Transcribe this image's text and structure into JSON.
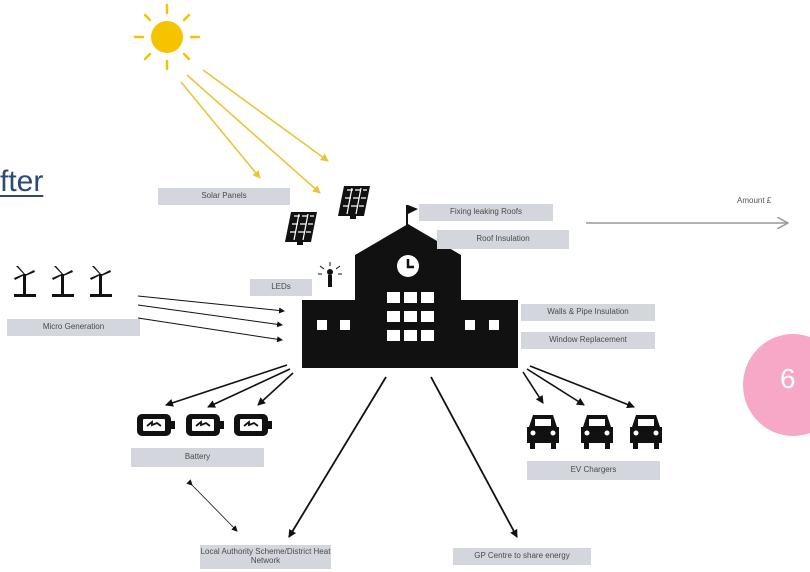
{
  "heading_partial": "fter",
  "page_number": "6",
  "amount_label": "Amount £",
  "labels": {
    "solar_panels": "Solar Panels",
    "fixing_roofs": "Fixing leaking Roofs",
    "roof_insulation": "Roof Insulation",
    "leds": "LEDs",
    "micro_generation": "Micro Generation",
    "walls_pipe": "Walls & Pipe Insulation",
    "window_replacement": "Window Replacement",
    "battery": "Battery",
    "ev_chargers": "EV Chargers",
    "local_authority": "Local Authority Scheme/District Heat Network",
    "gp_centre": "GP Centre to share energy"
  },
  "icons": [
    "sun-icon",
    "solar-panel-icon",
    "wind-turbine-icon",
    "led-bulb-icon",
    "school-building-icon",
    "clock-icon",
    "battery-icon",
    "car-icon"
  ],
  "colors": {
    "sun": "#f5c400",
    "sun_rays": "#e8c63a",
    "heading": "#2b4a7a",
    "label_bg": "#d3d6dd",
    "badge": "#f6a8c6",
    "icon": "#111111"
  }
}
